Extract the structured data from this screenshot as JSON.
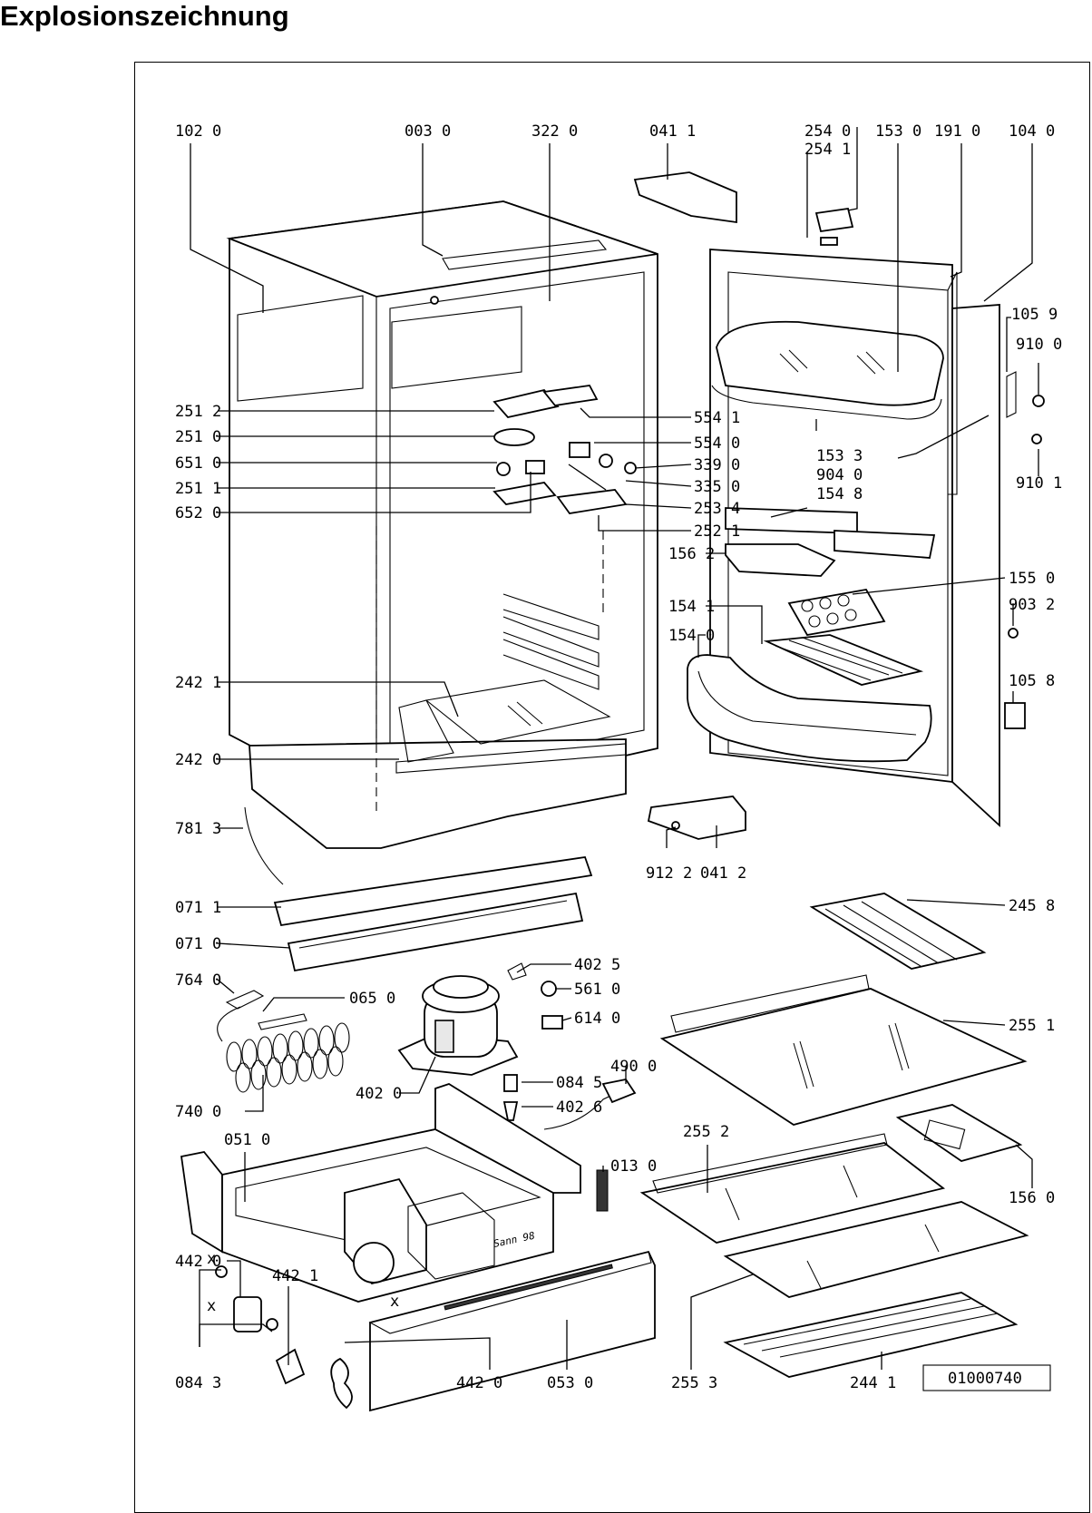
{
  "page": {
    "title": "Explosionszeichnung"
  },
  "diagram": {
    "stamp": "01000740",
    "labels": {
      "l1020": "102 0",
      "l0030": "003 0",
      "l3220": "322 0",
      "l0411": "041 1",
      "l2540": "254 0",
      "l2541": "254 1",
      "l1530": "153 0",
      "l1910": "191 0",
      "l1040": "104 0",
      "l1059": "105 9",
      "l9100": "910 0",
      "l9101": "910 1",
      "l2512": "251 2",
      "l2510": "251 0",
      "l6510": "651 0",
      "l2511": "251 1",
      "l6520": "652 0",
      "l5541": "554 1",
      "l5540": "554 0",
      "l3390": "339 0",
      "l3350": "335 0",
      "l2534": "253 4",
      "l2521": "252 1",
      "l1533": "153 3",
      "l9040": "904 0",
      "l1548": "154 8",
      "l1562": "156 2",
      "l1550": "155 0",
      "l9032": "903 2",
      "l1541": "154 1",
      "l1540": "154 0",
      "l1058": "105 8",
      "l2421": "242 1",
      "l2420": "242 0",
      "l7813": "781 3",
      "l9122": "912 2",
      "l0412": "041 2",
      "l0711": "071 1",
      "l2458": "245 8",
      "l0710": "071 0",
      "l4025": "402 5",
      "l7640": "764 0",
      "l5610": "561 0",
      "l0650": "065 0",
      "l6140": "614 0",
      "l2551": "255 1",
      "l4020": "402 0",
      "l0845": "084 5",
      "l4900": "490 0",
      "l4026": "402 6",
      "l7400": "740 0",
      "l2552": "255 2",
      "l0510": "051 0",
      "l1560": "156 0",
      "l0130": "013 0",
      "l4420a": "442 0",
      "l4421": "442 1",
      "l0843": "084 3",
      "l4420b": "442 0",
      "l0530": "053 0",
      "l2553": "255 3",
      "l2441": "244 1"
    },
    "annotations": {
      "mark_x1": "x",
      "mark_x2": "x",
      "mark_x3": "x",
      "signature": "Sann 98"
    }
  }
}
